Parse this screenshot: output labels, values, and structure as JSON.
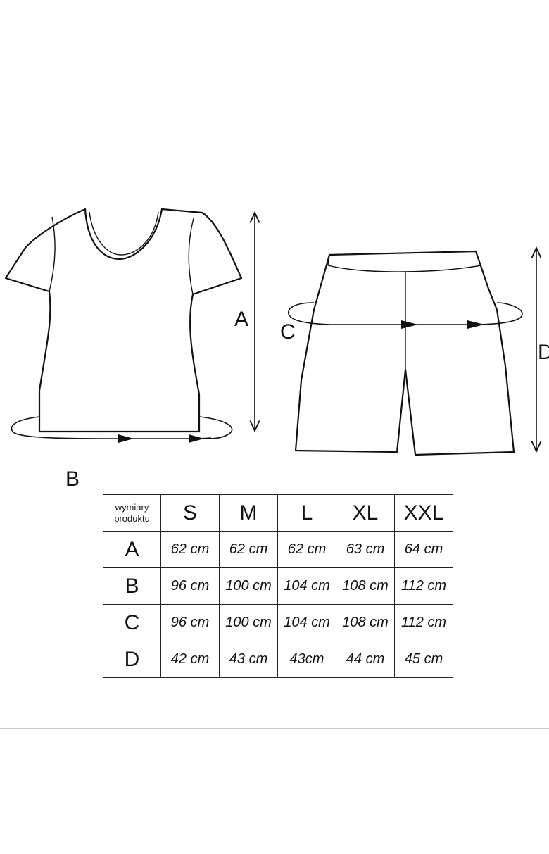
{
  "diagram": {
    "labels": {
      "top_length": "A",
      "chest": "B",
      "hip": "C",
      "shorts_length": "D"
    }
  },
  "table": {
    "corner_label": "wymiary produktu",
    "sizes": [
      "S",
      "M",
      "L",
      "XL",
      "XXL"
    ],
    "rows": [
      {
        "label": "A",
        "values": [
          "62 cm",
          "62 cm",
          "62 cm",
          "63 cm",
          "64 cm"
        ]
      },
      {
        "label": "B",
        "values": [
          "96 cm",
          "100 cm",
          "104 cm",
          "108 cm",
          "112 cm"
        ]
      },
      {
        "label": "C",
        "values": [
          "96 cm",
          "100 cm",
          "104 cm",
          "108 cm",
          "112 cm"
        ]
      },
      {
        "label": "D",
        "values": [
          "42 cm",
          "43 cm",
          "43cm",
          "44 cm",
          "45 cm"
        ]
      }
    ]
  }
}
